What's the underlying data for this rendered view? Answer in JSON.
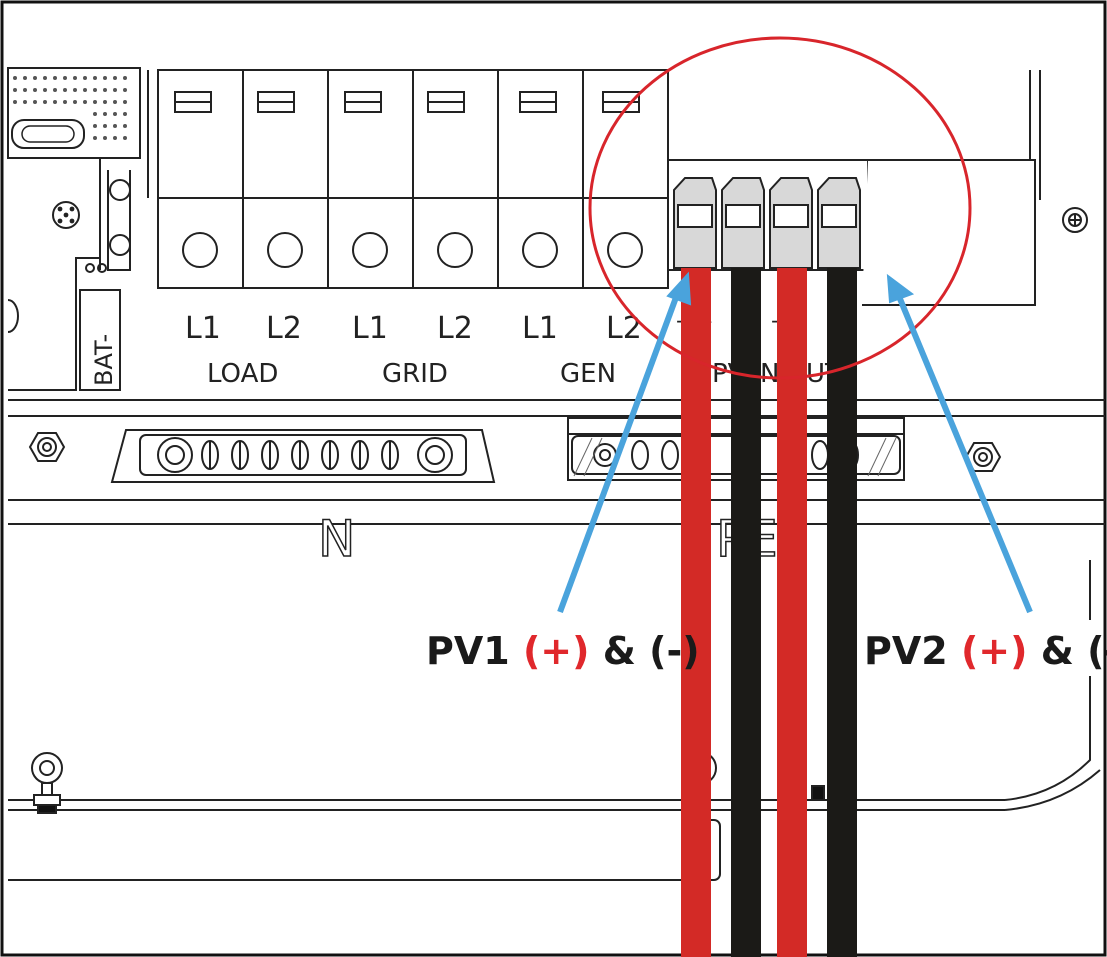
{
  "terminal_labels": {
    "load_l1": "L1",
    "load_l2": "L2",
    "grid_l1": "L1",
    "grid_l2": "L2",
    "gen_l1": "L1",
    "gen_l2": "L2",
    "load": "LOAD",
    "grid": "GRID",
    "gen": "GEN",
    "bat": "BAT-",
    "pv_fragment_left": "PV",
    "pv_fragment_mid": "N",
    "pv_fragment_right": "UT",
    "pv_plus1": "+",
    "pv_minus1": "-",
    "pv_plus2": "+",
    "pv_minus2": "-"
  },
  "busbars": {
    "neutral": "N",
    "pe": "PE"
  },
  "callouts": {
    "pv1_name": "PV1",
    "pv1_plus": "(+)",
    "pv1_amp": "&",
    "pv1_minus": "(-)",
    "pv2_name": "PV2",
    "pv2_plus": "(+)",
    "pv2_amp": "&",
    "pv2_minus": "(-)"
  },
  "colors": {
    "highlight_circle": "#d8252b",
    "arrow": "#4aa3dc",
    "wire_positive": "#d32a26",
    "wire_negative": "#1b1a17",
    "plus_text": "#e0282c"
  }
}
